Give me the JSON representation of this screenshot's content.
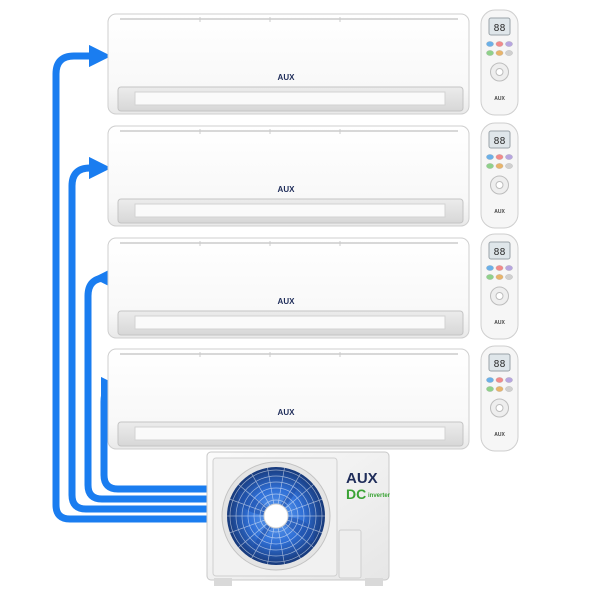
{
  "brand": {
    "indoor_logo": "AUX",
    "outdoor_logo": "AUX",
    "outdoor_series": "DC",
    "outdoor_series_sub": "inverter"
  },
  "remote": {
    "display_digits": "88",
    "logo": "AUX"
  },
  "colors": {
    "pipe_blue": "#1a7df0",
    "logo_navy": "#1f2d5a",
    "logo_green": "#3aa335",
    "fan_blue": "#2f6fd6",
    "unit_white": "#f7f7f7"
  },
  "icons": [
    "indoor-unit-icon",
    "remote-control-icon",
    "outdoor-unit-icon",
    "fan-icon",
    "pipe-arrow-icon"
  ]
}
